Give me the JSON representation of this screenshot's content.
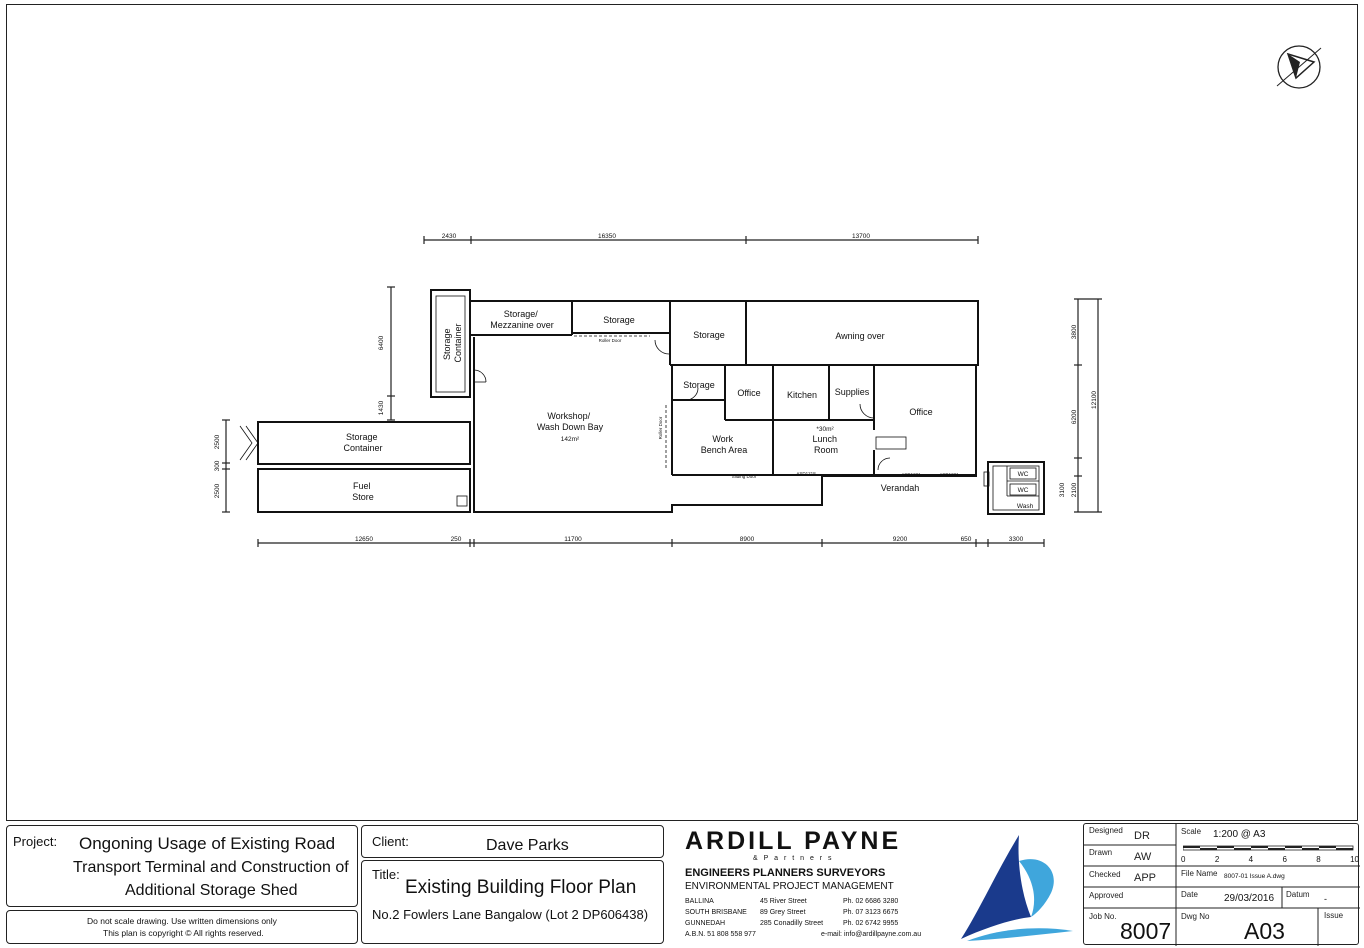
{
  "plan": {
    "rooms": {
      "storage_container_v": "Storage\nContainer",
      "storage_mezz": "Storage/\nMezzanine over",
      "storage_top": "Storage",
      "roller_door_1": "Roller Door",
      "storage_right": "Storage",
      "awning": "Awning over",
      "workshop": "Workshop/\nWash Down Bay",
      "workshop_area": "142m²",
      "storage_small": "Storage",
      "roller_door_2": "Roller Door",
      "office_small": "Office",
      "kitchen": "Kitchen",
      "supplies": "Supplies",
      "office_big": "Office",
      "work_bench": "Work\nBench Area",
      "lunch_area": "*30m²",
      "lunch": "Lunch\nRoom",
      "sliding_door": "Sliding Door",
      "asd1": "ASD1218",
      "asd2": "ASD1218",
      "asd3": "ASD1221",
      "asd4": "ASD1221",
      "verandah": "Verandah",
      "storage_container_h": "Storage\nContainer",
      "fuel_store": "Fuel\nStore",
      "wc1": "WC",
      "wc2": "WC",
      "wash": "Wash"
    },
    "dims_top": [
      "2430",
      "16350",
      "13700"
    ],
    "dims_bottom": [
      "12650",
      "250",
      "11700",
      "8900",
      "9200",
      "650",
      "3300"
    ],
    "dims_left": [
      "6400",
      "1430",
      "2500",
      "300",
      "2500"
    ],
    "dims_right": [
      "3800",
      "6200",
      "12100",
      "3100",
      "2100"
    ]
  },
  "titleblock": {
    "project_label": "Project:",
    "project_line1": "Ongoning Usage of Existing Road",
    "project_line2": "Transport Terminal and Construction of",
    "project_line3": "Additional Storage Shed",
    "disclaimer1": "Do not scale drawing. Use written dimensions only",
    "disclaimer2": "This plan is copyright © All rights reserved.",
    "client_label": "Client:",
    "client": "Dave Parks",
    "title_label": "Title:",
    "title": "Existing Building Floor Plan",
    "title_sub": "No.2 Fowlers Lane Bangalow (Lot 2 DP606438)",
    "company": "ARDILL PAYNE",
    "partners": "& P a r t n e r s",
    "services1": "ENGINEERS  PLANNERS  SURVEYORS",
    "services2": "ENVIRONMENTAL    PROJECT MANAGEMENT",
    "offices": [
      {
        "town": "BALLINA",
        "street": "45 River Street",
        "ph": "Ph. 02 6686 3280"
      },
      {
        "town": "SOUTH BRISBANE",
        "street": "89 Grey Street",
        "ph": "Ph. 07 3123 6675"
      },
      {
        "town": "GUNNEDAH",
        "street": "285 Conadilly Street",
        "ph": "Ph. 02 6742 9955"
      }
    ],
    "abn": "A.B.N. 51 808 558 977",
    "email": "e-mail: info@ardillpayne.com.au",
    "designed_label": "Designed",
    "designed": "DR",
    "drawn_label": "Drawn",
    "drawn": "AW",
    "checked_label": "Checked",
    "checked": "APP",
    "approved_label": "Approved",
    "scale_label": "Scale",
    "scale": "1:200 @ A3",
    "scale_ticks": [
      "0",
      "2",
      "4",
      "6",
      "8",
      "10"
    ],
    "file_label": "File Name",
    "file": "8007-01 Issue A.dwg",
    "date_label": "Date",
    "date": "29/03/2016",
    "datum_label": "Datum",
    "datum": "-",
    "job_label": "Job No.",
    "job": "8007",
    "dwg_label": "Dwg No",
    "dwg": "A03",
    "issue_label": "Issue"
  },
  "colors": {
    "logo_dark": "#1a3a8c",
    "logo_light": "#3fa6dc"
  },
  "icons": {
    "north": "north-arrow-icon",
    "logo": "sail-logo-icon"
  }
}
